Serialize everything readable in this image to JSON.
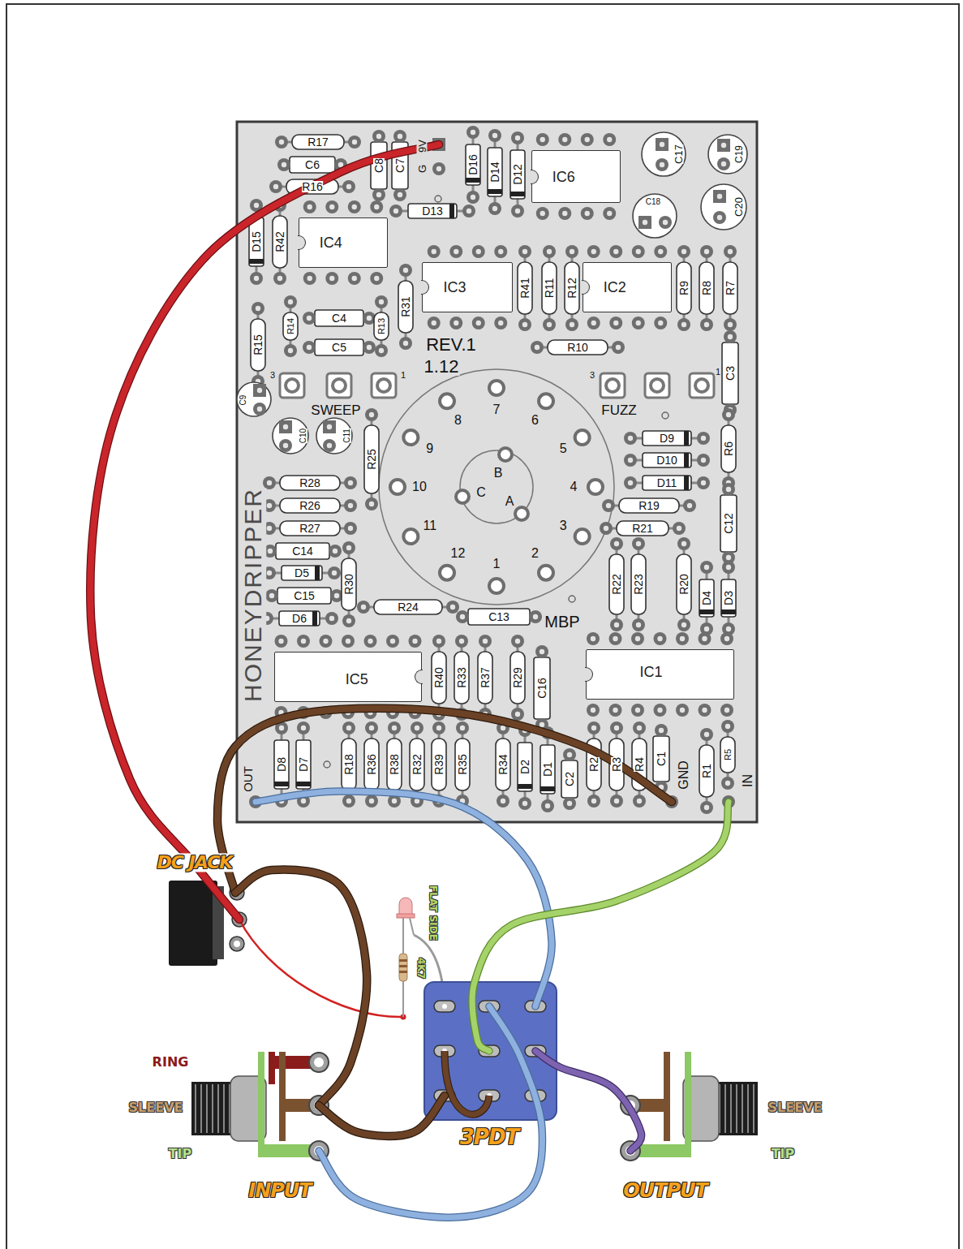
{
  "diagram": {
    "nodes": [
      {
        "text": [
          "HONEYDRIPPER"
        ]
      },
      {
        "text": [
          "IC6"
        ],
        "in": 0
      },
      {
        "text": [
          "IC4"
        ],
        "in": 0
      },
      {
        "text": [
          "IC3"
        ],
        "in": 0
      },
      {
        "text": [
          "IC2"
        ],
        "in": 0
      },
      {
        "text": [
          "IC5"
        ],
        "in": 0
      },
      {
        "text": [
          "IC1"
        ],
        "in": 0
      },
      {
        "text": [
          "DC JACK"
        ]
      },
      {
        "text": [
          "3PDT"
        ]
      },
      {
        "text": [
          "INPUT"
        ]
      },
      {
        "text": [
          "OUTPUT"
        ]
      }
    ],
    "edges": [
      {
        "from": 0,
        "to": 7,
        "arrow": "none"
      },
      {
        "from": 0,
        "to": 7,
        "arrow": "none"
      },
      {
        "from": 7,
        "to": 9,
        "arrow": "none"
      },
      {
        "from": 9,
        "to": 8,
        "arrow": "none"
      },
      {
        "from": 0,
        "to": 8,
        "arrow": "none"
      },
      {
        "from": 0,
        "to": 8,
        "arrow": "none"
      },
      {
        "from": 9,
        "to": 8,
        "arrow": "none"
      },
      {
        "from": 8,
        "to": 10,
        "arrow": "none"
      }
    ],
    "labels": [
      "R17",
      "C6",
      "R16",
      "C8",
      "C7",
      "9V",
      "G",
      "D16",
      "D14",
      "D12",
      "D13",
      "C17",
      "C19",
      "C18",
      "C20",
      "D15",
      "R42",
      "R41",
      "R11",
      "R12",
      "R9",
      "R8",
      "R7",
      "R14",
      "C4",
      "R13",
      "R31",
      "R15",
      "C5",
      "REV.1",
      "1.12",
      "R10",
      "C3",
      "3",
      "1",
      "SWEEP",
      "3",
      "1",
      "FUZZ",
      "C9",
      "C10",
      "C11",
      "R25",
      "7",
      "6",
      "5",
      "4",
      "3",
      "2",
      "1",
      "12",
      "11",
      "10",
      "9",
      "8",
      "B",
      "C",
      "A",
      "MBP",
      "D9",
      "D10",
      "D11",
      "R6",
      "R28",
      "R26",
      "R27",
      "R19",
      "R21",
      "C12",
      "C14",
      "D5",
      "C15",
      "D6",
      "R30",
      "R24",
      "C13",
      "R22",
      "R23",
      "R20",
      "D4",
      "D3",
      "R40",
      "R33",
      "R37",
      "R29",
      "C16",
      "OUT",
      "D8",
      "D7",
      "R18",
      "R36",
      "R38",
      "R32",
      "R39",
      "R35",
      "R34",
      "D2",
      "D1",
      "C2",
      "R2",
      "R3",
      "R4",
      "C1",
      "GND",
      "R1",
      "R5",
      "IN",
      "FLAT SIDE",
      "4K7",
      "RING",
      "SLEEVE",
      "TIP",
      "SLEEVE",
      "TIP"
    ]
  }
}
